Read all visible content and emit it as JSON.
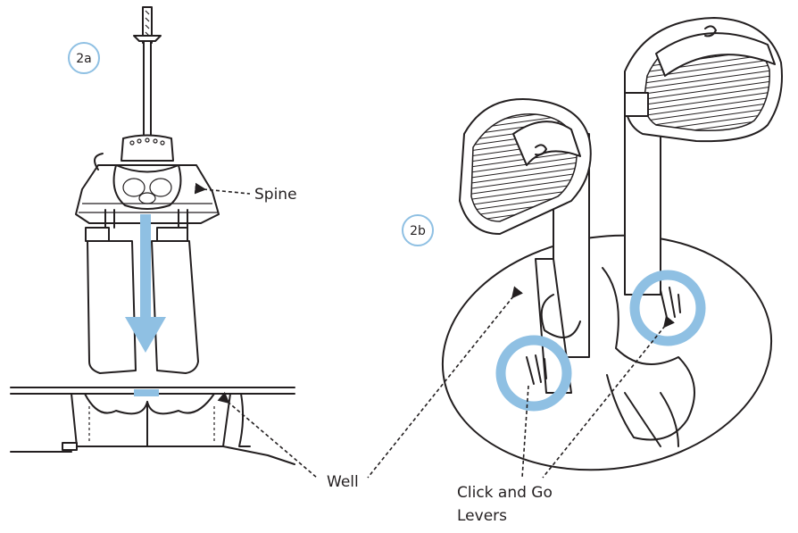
{
  "diagram": {
    "step_a": {
      "badge": "2a",
      "callout_spine": "Spine"
    },
    "step_b": {
      "badge": "2b",
      "callout_levers_line1": "Click and Go",
      "callout_levers_line2": "Levers"
    },
    "shared_callout_well": "Well",
    "colors": {
      "ink": "#231f20",
      "highlight_blue": "#8fc0e3",
      "badge_ring": "#8fc0e3",
      "background": "#ffffff"
    },
    "icons": [
      "down-arrow-icon",
      "highlight-circle-icon"
    ]
  }
}
